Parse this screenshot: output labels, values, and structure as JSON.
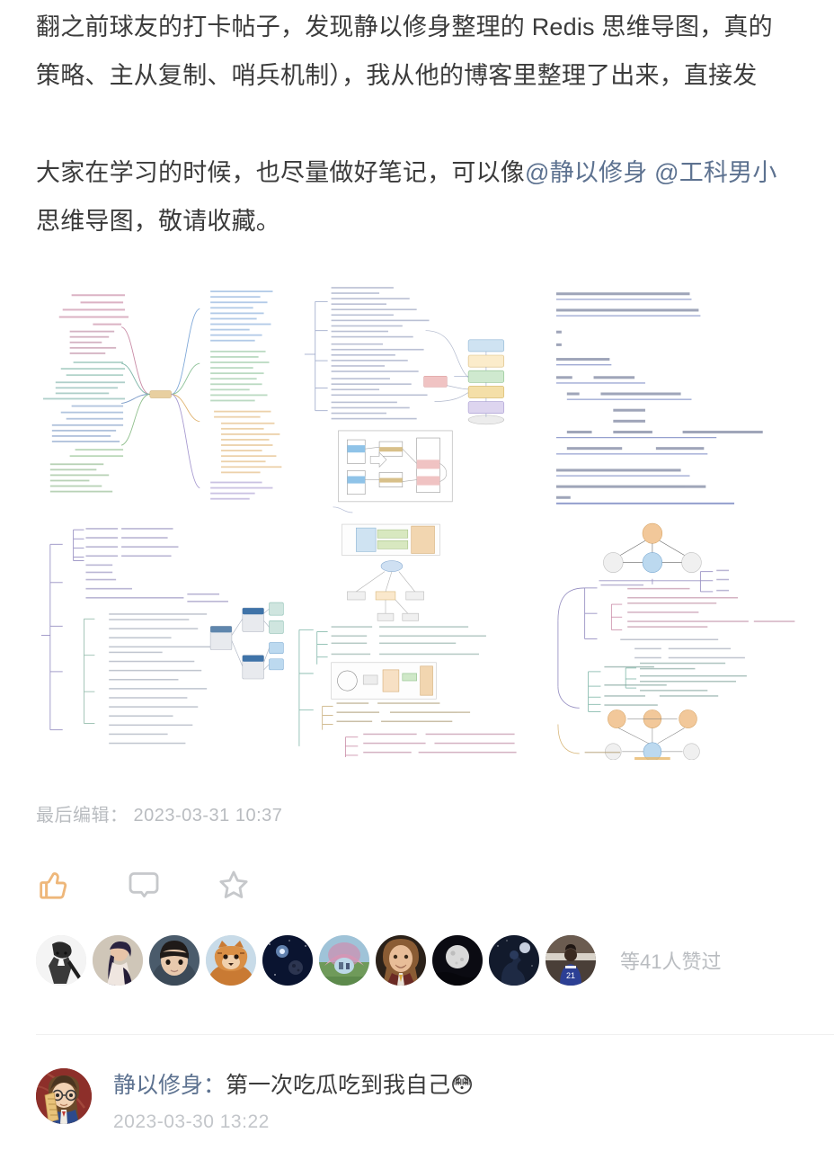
{
  "post": {
    "paragraph_1_line_1": "翻之前球友的打卡帖子，发现静以修身整理的 Redis 思维导图，真的",
    "paragraph_1_line_2": "策略、主从复制、哨兵机制），我从他的博客里整理了出来，直接发",
    "paragraph_2_line_1_prefix": "大家在学习的时候，也尽量做好笔记，可以像",
    "paragraph_2_mention_1": "@静以修身",
    "paragraph_2_mention_2": "@工科男小",
    "paragraph_2_line_2": "思维导图，敬请收藏。"
  },
  "meta": {
    "edited_label": "最后编辑：",
    "edited_time": "2023-03-31 10:37"
  },
  "actions": [
    {
      "name": "like",
      "icon": "thumbs-up-icon",
      "color": "#eeb77a"
    },
    {
      "name": "comment",
      "icon": "comment-bubble-icon",
      "color": "#c6c8cb"
    },
    {
      "name": "favorite",
      "icon": "star-icon",
      "color": "#c6c8cb"
    }
  ],
  "likers": {
    "avatars": [
      {
        "name": "avatar-anime-sketch",
        "colors": [
          "#f2f2f2",
          "#2b2b2b"
        ]
      },
      {
        "name": "avatar-girl-dark-hair",
        "colors": [
          "#cfc6b8",
          "#2a2340"
        ]
      },
      {
        "name": "avatar-child-hood",
        "colors": [
          "#3c4a58",
          "#e8c9ad"
        ]
      },
      {
        "name": "avatar-tiger-hoodie",
        "colors": [
          "#c8dbe8",
          "#c97a33"
        ]
      },
      {
        "name": "avatar-space-planet",
        "colors": [
          "#0a1430",
          "#7fa6d8"
        ]
      },
      {
        "name": "avatar-garden-arch",
        "colors": [
          "#9fc3d8",
          "#6f9a5a"
        ]
      },
      {
        "name": "avatar-smiling-girl",
        "colors": [
          "#2b2119",
          "#d8a87e"
        ]
      },
      {
        "name": "avatar-moon-night",
        "colors": [
          "#0b0b12",
          "#d9d9d9"
        ]
      },
      {
        "name": "avatar-person-night",
        "colors": [
          "#121a2c",
          "#5a7099"
        ]
      },
      {
        "name": "avatar-basketball-player",
        "colors": [
          "#3b2f28",
          "#2c3f94"
        ]
      }
    ],
    "count_text": "等41人赞过"
  },
  "comment": {
    "username": "静以修身：",
    "text": "第一次吃瓜吃到我自己",
    "emoji": "😳",
    "time": "2023-03-30 13:22",
    "avatar_name": "avatar-cartoon-detective"
  },
  "gallery": {
    "items": [
      {
        "name": "mindmap-redis-overview",
        "kind": "mindmap-multicolor"
      },
      {
        "name": "mindmap-redis-persistence",
        "kind": "mindmap-flowchart"
      },
      {
        "name": "screenshot-redis-notes-text",
        "kind": "document-text"
      },
      {
        "name": "mindmap-redis-expiry",
        "kind": "mindmap-purple"
      },
      {
        "name": "mindmap-redis-cache",
        "kind": "mindmap-green"
      },
      {
        "name": "mindmap-redis-sentinel",
        "kind": "mindmap-nodes"
      }
    ]
  },
  "colors": {
    "text": "#3b3b3b",
    "mention_link": "#5d7290",
    "muted": "#b9bcc0",
    "like_icon": "#eeb77a",
    "divider": "#f0f0f0"
  }
}
